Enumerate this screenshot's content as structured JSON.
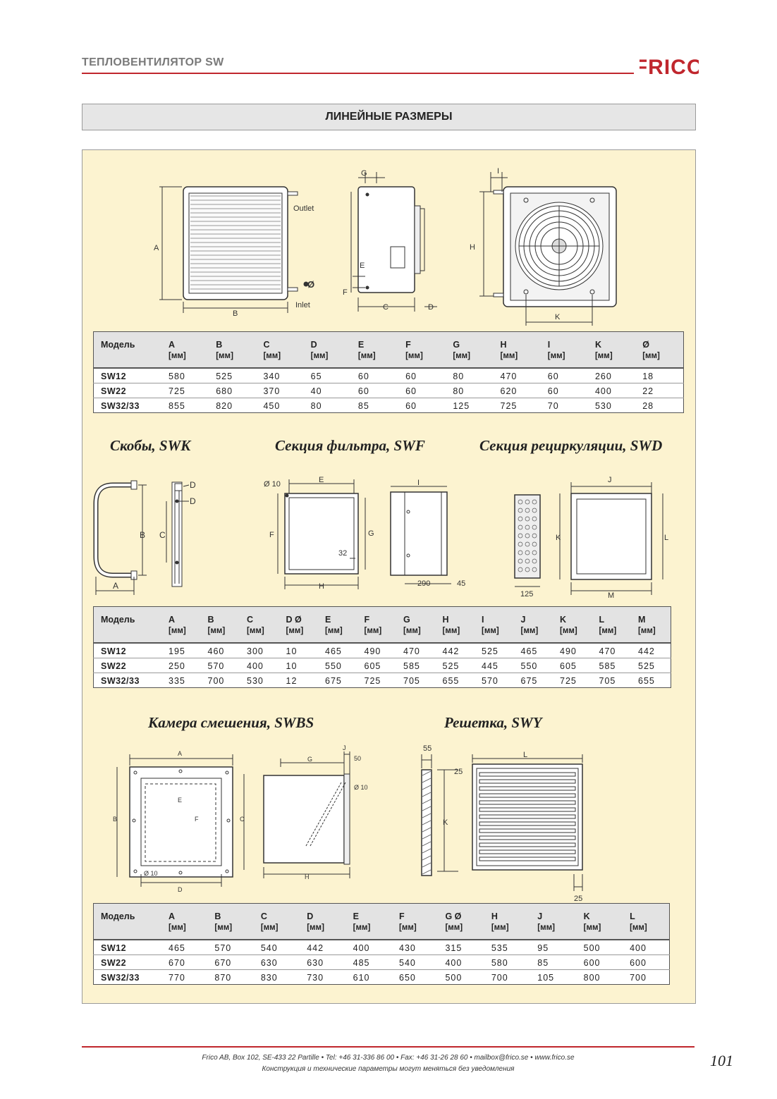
{
  "header": {
    "title": "ТЕПЛОВЕНТИЛЯТОР SW",
    "logo_text": "FRICO",
    "brand_color": "#c0262d"
  },
  "section_title": "ЛИНЕЙНЫЕ РАЗМЕРЫ",
  "drawing1": {
    "labels": {
      "a": "A",
      "b": "B",
      "c": "C",
      "d": "D",
      "e": "E",
      "f": "F",
      "g": "G",
      "h": "H",
      "i": "I",
      "k": "K",
      "dia": "Ø",
      "outlet": "Outlet",
      "inlet": "Inlet"
    }
  },
  "table1": {
    "headers": [
      "Модель",
      "A",
      "B",
      "C",
      "D",
      "E",
      "F",
      "G",
      "H",
      "I",
      "K",
      "Ø"
    ],
    "unit": "[мм]",
    "rows": [
      [
        "SW12",
        "580",
        "525",
        "340",
        "65",
        "60",
        "60",
        "80",
        "470",
        "60",
        "260",
        "18"
      ],
      [
        "SW22",
        "725",
        "680",
        "370",
        "40",
        "60",
        "60",
        "80",
        "620",
        "60",
        "400",
        "22"
      ],
      [
        "SW32/33",
        "855",
        "820",
        "450",
        "80",
        "85",
        "60",
        "125",
        "725",
        "70",
        "530",
        "28"
      ]
    ]
  },
  "accessories1": {
    "swk_title": "Скобы,  SWK",
    "swf_title": "Секция фильтра, SWF",
    "swd_title": "Секция рециркуляции, SWD",
    "labels": {
      "a": "A",
      "b": "B",
      "c": "C",
      "d": "D",
      "e": "E",
      "f": "F",
      "g": "G",
      "h": "H",
      "i": "I",
      "j": "J",
      "k": "K",
      "l": "L",
      "m": "M",
      "d10": "Ø 10",
      "n32": "32",
      "n290": "290",
      "n45": "45",
      "n125": "125"
    }
  },
  "table2": {
    "headers": [
      "Модель",
      "A",
      "B",
      "C",
      "D Ø",
      "E",
      "F",
      "G",
      "H",
      "I",
      "J",
      "K",
      "L",
      "M"
    ],
    "unit": "[мм]",
    "rows": [
      [
        "SW12",
        "195",
        "460",
        "300",
        "10",
        "465",
        "490",
        "470",
        "442",
        "525",
        "465",
        "490",
        "470",
        "442"
      ],
      [
        "SW22",
        "250",
        "570",
        "400",
        "10",
        "550",
        "605",
        "585",
        "525",
        "445",
        "550",
        "605",
        "585",
        "525"
      ],
      [
        "SW32/33",
        "335",
        "700",
        "530",
        "12",
        "675",
        "725",
        "705",
        "655",
        "570",
        "675",
        "725",
        "705",
        "655"
      ]
    ]
  },
  "accessories2": {
    "swbs_title": "Камера смешения, SWBS",
    "swy_title": "Решетка,  SWY",
    "labels": {
      "a": "A",
      "b": "B",
      "c": "C",
      "d": "D",
      "e": "E",
      "f": "F",
      "g": "G",
      "h": "H",
      "j": "J",
      "k": "K",
      "l": "L",
      "n50": "50",
      "d10": "Ø 10",
      "d10b": "Ø 10",
      "n55": "55",
      "n25": "25",
      "n25b": "25"
    }
  },
  "table3": {
    "headers": [
      "Модель",
      "A",
      "B",
      "C",
      "D",
      "E",
      "F",
      "G Ø",
      "H",
      "J",
      "K",
      "L"
    ],
    "unit": "[мм]",
    "rows": [
      [
        "SW12",
        "465",
        "570",
        "540",
        "442",
        "400",
        "430",
        "315",
        "535",
        "95",
        "500",
        "400"
      ],
      [
        "SW22",
        "670",
        "670",
        "630",
        "630",
        "485",
        "540",
        "400",
        "580",
        "85",
        "600",
        "600"
      ],
      [
        "SW32/33",
        "770",
        "870",
        "830",
        "730",
        "610",
        "650",
        "500",
        "700",
        "105",
        "800",
        "700"
      ]
    ]
  },
  "footer": {
    "address": "Frico AB, Box 102, SE-433 22 Partille • Tel: +46 31-336 86 00 • Fax: +46 31-26 28 60 • mailbox@frico.se • www.frico.se",
    "disclaimer": "Конструкция и технические параметры могут меняться без уведомления",
    "page_number": "101"
  }
}
